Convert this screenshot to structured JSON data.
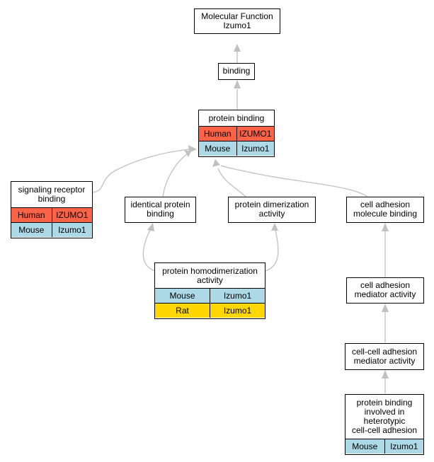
{
  "nodes": {
    "mf": {
      "label": "Molecular Function\nIzumo1",
      "rows": []
    },
    "binding": {
      "label": "binding",
      "rows": []
    },
    "protein_binding": {
      "label": "protein binding",
      "rows": [
        {
          "species": "Human",
          "gene": "IZUMO1"
        },
        {
          "species": "Mouse",
          "gene": "Izumo1"
        }
      ]
    },
    "signaling": {
      "label": "signaling receptor\nbinding",
      "rows": [
        {
          "species": "Human",
          "gene": "IZUMO1"
        },
        {
          "species": "Mouse",
          "gene": "Izumo1"
        }
      ]
    },
    "identical": {
      "label": "identical protein\nbinding",
      "rows": []
    },
    "dimerization": {
      "label": "protein dimerization\nactivity",
      "rows": []
    },
    "cell_adhesion_mb": {
      "label": "cell adhesion\nmolecule binding",
      "rows": []
    },
    "homodimerization": {
      "label": "protein homodimerization\nactivity",
      "rows": [
        {
          "species": "Mouse",
          "gene": "Izumo1"
        },
        {
          "species": "Rat",
          "gene": "Izumo1"
        }
      ]
    },
    "cam_activity": {
      "label": "cell adhesion\nmediator activity",
      "rows": []
    },
    "ccam_activity": {
      "label": "cell-cell adhesion\nmediator activity",
      "rows": []
    },
    "heterotypic": {
      "label": "protein binding\ninvolved in\nheterotypic\ncell-cell adhesion",
      "rows": [
        {
          "species": "Mouse",
          "gene": "Izumo1"
        }
      ]
    }
  },
  "colors": {
    "Human": "#ff6347",
    "Mouse": "#add8e6",
    "Rat": "#ffd700",
    "edge": "#c0c0c0"
  }
}
